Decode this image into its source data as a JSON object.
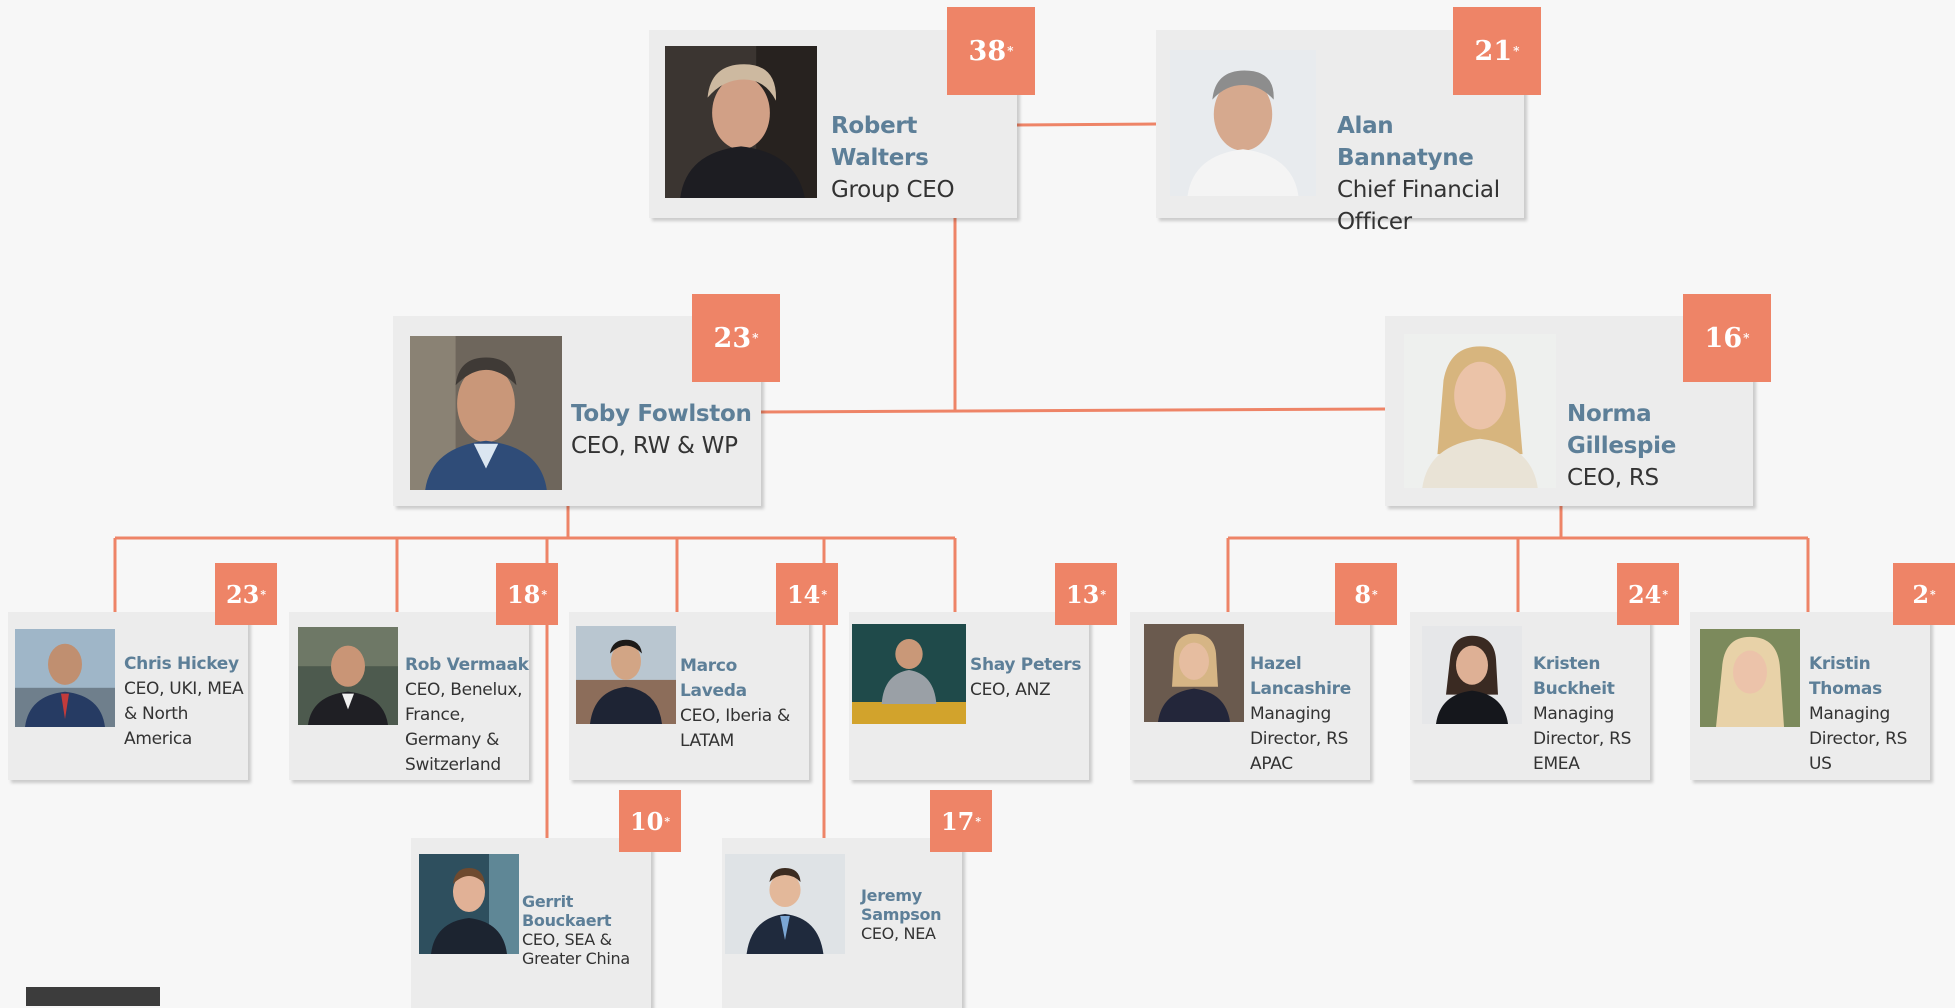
{
  "colors": {
    "accent": "#ee8467",
    "name": "#5d7f98",
    "role": "#333333",
    "card": "#ececec",
    "background": "#f7f7f7"
  },
  "people": {
    "robert": {
      "name": "Robert Walters",
      "role": "Group CEO",
      "badge": "38",
      "mark": "*"
    },
    "alan": {
      "name": "Alan Bannatyne",
      "role": "Chief Financial Officer",
      "badge": "21",
      "mark": "*"
    },
    "toby": {
      "name": "Toby Fowlston",
      "role": "CEO, RW & WP",
      "badge": "23",
      "mark": "*"
    },
    "norma": {
      "name": "Norma Gillespie",
      "role": "CEO, RS",
      "badge": "16",
      "mark": "*"
    },
    "chris": {
      "name": "Chris Hickey",
      "role": "CEO, UKI, MEA & North America",
      "badge": "23",
      "mark": "*"
    },
    "rob": {
      "name": "Rob Vermaak",
      "role": "CEO, Benelux, France, Germany & Switzerland",
      "badge": "18",
      "mark": "*"
    },
    "marco": {
      "name": "Marco Laveda",
      "role": "CEO, Iberia & LATAM",
      "badge": "14",
      "mark": "*"
    },
    "shay": {
      "name": "Shay Peters",
      "role": "CEO, ANZ",
      "badge": "13",
      "mark": "*"
    },
    "hazel": {
      "name": "Hazel Lancashire",
      "role": "Managing Director, RS APAC",
      "badge": "8",
      "mark": "*"
    },
    "kristen": {
      "name": "Kristen Buckheit",
      "role": "Managing Director, RS EMEA",
      "badge": "24",
      "mark": "*"
    },
    "kristin": {
      "name": "Kristin Thomas",
      "role": "Managing Director, RS US",
      "badge": "2",
      "mark": "*"
    },
    "gerrit": {
      "name": "Gerrit Bouckaert",
      "role": "CEO, SEA & Greater China",
      "badge": "10",
      "mark": "*"
    },
    "jeremy": {
      "name": "Jeremy Sampson",
      "role": "CEO, NEA",
      "badge": "17",
      "mark": "*"
    }
  }
}
